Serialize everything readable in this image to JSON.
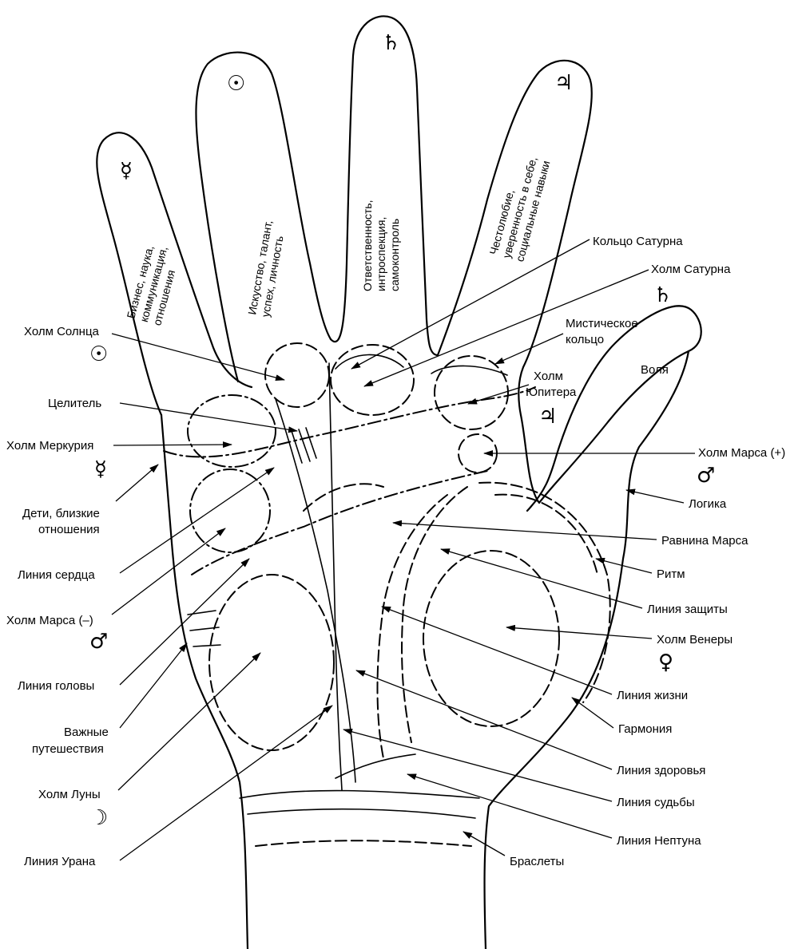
{
  "fingers": {
    "mercury": {
      "symbol": "☿",
      "lines": [
        "Бизнес, наука,",
        "коммуникация,",
        "отношения"
      ]
    },
    "sun": {
      "symbol": "☉",
      "lines": [
        "Искусство, талант,",
        "успех, личность"
      ]
    },
    "saturn": {
      "symbol": "♄",
      "lines": [
        "Ответственность,",
        "интроспекция,",
        "самоконтроль"
      ]
    },
    "jupiter": {
      "symbol": "♃",
      "lines": [
        "Честолюбие,",
        "уверенность в себе,",
        "социальные навыки"
      ]
    },
    "thumb": {
      "label": "Воля"
    }
  },
  "labels_left": {
    "holm_solntsa": "Холм Солнца",
    "holm_solntsa_sym": "☉",
    "tselitel": "Целитель",
    "holm_merkuriya": "Холм Меркурия",
    "holm_merkuriya_sym": "☿",
    "deti_1": "Дети, близкие",
    "deti_2": "отношения",
    "liniya_serdtsa": "Линия сердца",
    "holm_marsa_minus": "Холм Марса (–)",
    "holm_marsa_minus_sym": "♂",
    "liniya_golovy": "Линия головы",
    "vazhnye_1": "Важные",
    "vazhnye_2": "путешествия",
    "holm_luny": "Холм Луны",
    "holm_luny_sym": "☽",
    "liniya_urana": "Линия Урана"
  },
  "labels_right": {
    "koltso_saturna": "Кольцо Сатурна",
    "holm_saturna": "Холм Сатурна",
    "holm_saturna_sym": "♄",
    "misticheskoe_1": "Мистическое",
    "misticheskoe_2": "кольцо",
    "holm_yupitera_1": "Холм",
    "holm_yupitera_2": "Юпитера",
    "holm_yupitera_sym": "♃",
    "holm_marsa_plus": "Холм Марса (+)",
    "holm_marsa_plus_sym": "♂",
    "logika": "Логика",
    "ravnina_marsa": "Равнина Марса",
    "ritm": "Ритм",
    "liniya_zashchity": "Линия защиты",
    "holm_venery": "Холм Венеры",
    "holm_venery_sym": "♀",
    "liniya_zhizni": "Линия жизни",
    "garmoniya": "Гармония",
    "liniya_zdorovya": "Линия здоровья",
    "liniya_sudby": "Линия судьбы",
    "liniya_neptuna": "Линия Нептуна",
    "braslety": "Браслеты"
  }
}
